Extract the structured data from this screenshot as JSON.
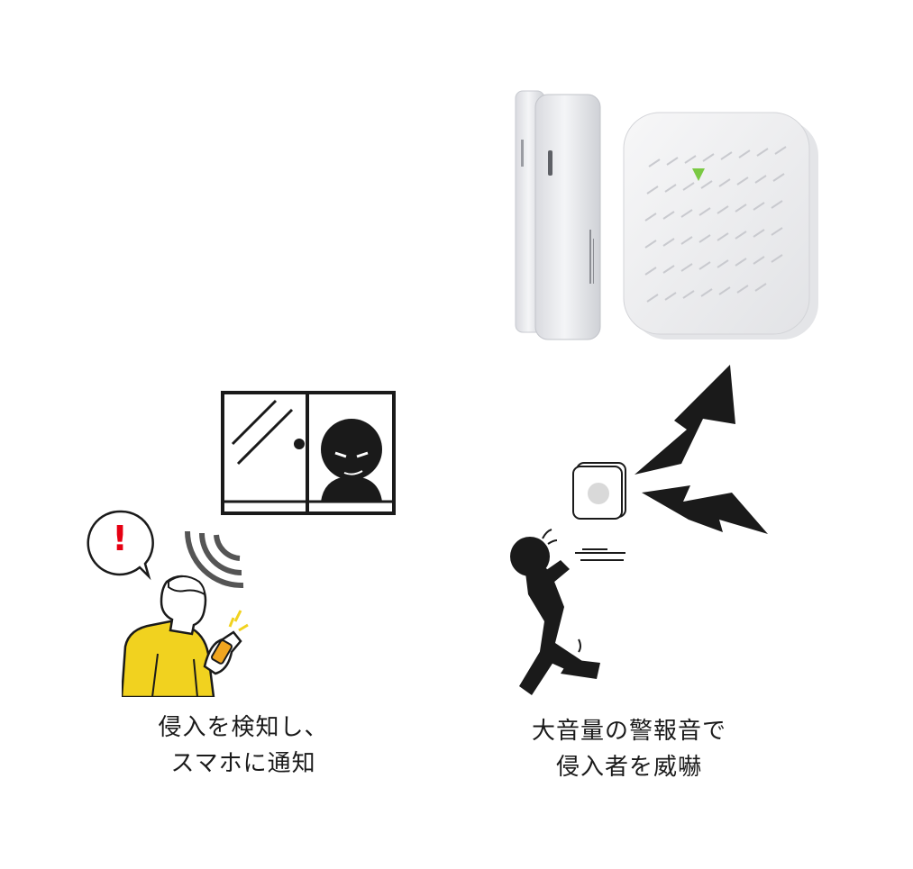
{
  "left_caption": {
    "line1": "侵入を検知し、",
    "line2": "スマホに通知"
  },
  "right_caption": {
    "line1": "大音量の警報音で",
    "line2": "侵入者を威嚇"
  },
  "alert_mark": "!",
  "colors": {
    "shirt": "#f1d21f",
    "alert_red": "#e60012",
    "ink": "#1a1a1a",
    "device": "#eeeef0",
    "logo_green": "#7ac943",
    "signal": "#555555"
  }
}
